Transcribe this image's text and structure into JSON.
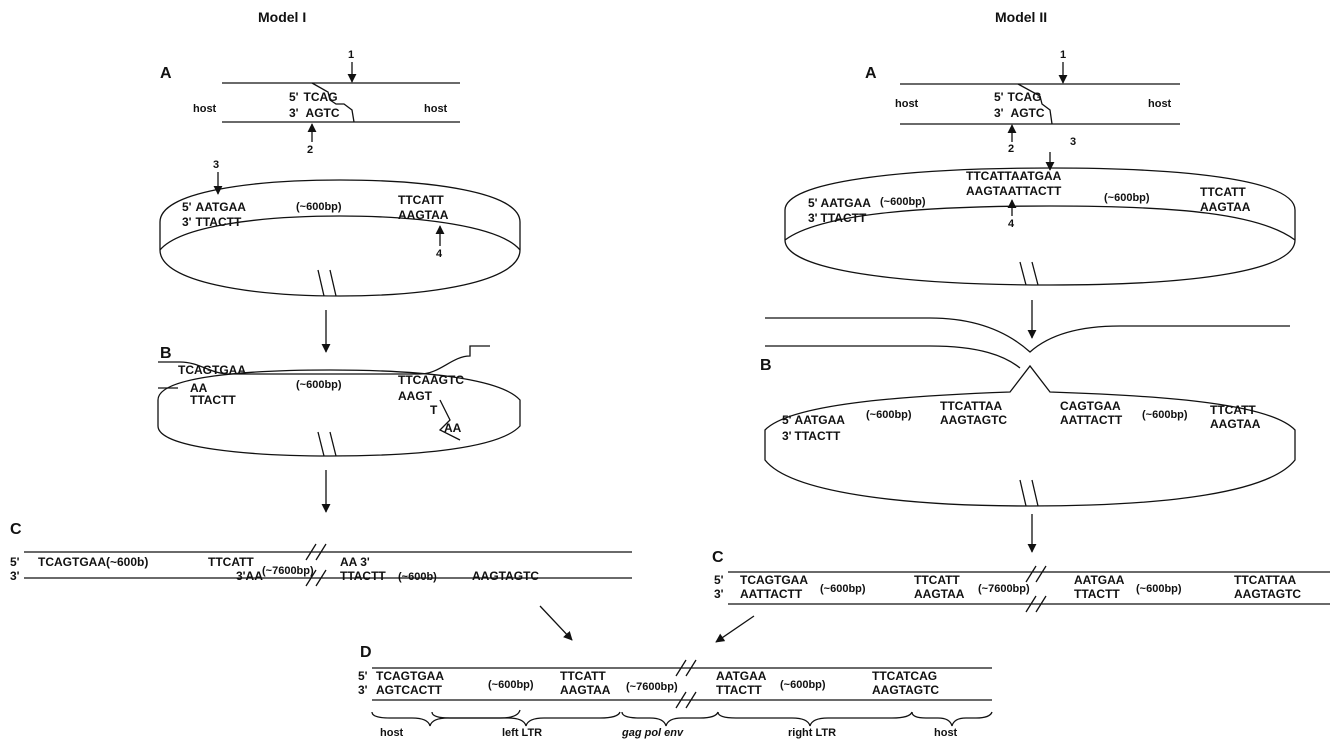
{
  "model1": {
    "title": "Model I",
    "panelA": {
      "label": "A",
      "host_left": "host",
      "host_right": "host",
      "p5": "5'",
      "p3": "3'",
      "top_seq": "TCAG",
      "bottom_seq": "AGTC",
      "n1": "1",
      "n2": "2",
      "n3": "3",
      "n4": "4",
      "ltr_left_top": "AATGAA",
      "ltr_left_bottom": "TTACTT",
      "size_600": "(~600bp)",
      "ltr_right_top": "TTCATT",
      "ltr_right_bottom": "AAGTAA"
    },
    "panelB": {
      "label": "B",
      "left_top": "TCAGTGAA",
      "left_mid": "AA",
      "left_bottom": "TTACTT",
      "size_600": "(~600bp)",
      "right_top": "TTCAAGTC",
      "right_bottom": "AAGT",
      "right_t": "T",
      "right_aa": "AA"
    },
    "panelC": {
      "label": "C",
      "p5": "5'",
      "p3": "3'",
      "s1": "TCAGTGAA",
      "s2": "(~600b)",
      "s3": "TTCATT",
      "s4": "3'AA",
      "s5": "(~7600bp)",
      "s6": "AA 3'",
      "s7": "TTACTT",
      "s8": "(~600b)",
      "s9": "AAGTAGTC"
    }
  },
  "model2": {
    "title": "Model II",
    "panelA": {
      "label": "A",
      "host_left": "host",
      "host_right": "host",
      "p5": "5'",
      "p3": "3'",
      "top_seq": "TCAG",
      "bottom_seq": "AGTC",
      "n1": "1",
      "n2": "2",
      "n3": "3",
      "n4": "4",
      "l1": "AATGAA",
      "l2": "TTACTT",
      "size_a": "(~600bp)",
      "m1": "TTCATTAATGAA",
      "m2": "AAGTAATTACTT",
      "size_b": "(~600bp)",
      "r1": "TTCATT",
      "r2": "AAGTAA"
    },
    "panelB": {
      "label": "B",
      "l1": "AATGAA",
      "l2": "TTACTT",
      "size_a": "(~600bp)",
      "m1": "TTCATTAA",
      "m2": "AAGTAGTC",
      "m3": "CAGTGAA",
      "m4": "AATTACTT",
      "size_b": "(~600bp)",
      "r1": "TTCATT",
      "r2": "AAGTAA"
    },
    "panelC": {
      "label": "C",
      "p5": "5'",
      "p3": "3'",
      "s1": "TCAGTGAA",
      "s2": "AATTACTT",
      "s3": "(~600bp)",
      "s4": "TTCATT",
      "s5": "AAGTAA",
      "s6": "(~7600bp)",
      "s7": "AATGAA",
      "s8": "TTACTT",
      "s9": "(~600bp)",
      "s10": "TTCATTAA",
      "s11": "AAGTAGTC"
    }
  },
  "panelD": {
    "label": "D",
    "p5": "5'",
    "p3": "3'",
    "s1": "TCAGTGAA",
    "s2": "AGTCACTT",
    "s3": "(~600bp)",
    "s4": "TTCATT",
    "s5": "AAGTAA",
    "s6": "(~7600bp)",
    "s7": "AATGAA",
    "s8": "TTACTT",
    "s9": "(~600bp)",
    "s10": "TTCATCAG",
    "s11": "AAGTAGTC",
    "b_host_left": "host",
    "b_left_ltr": "left LTR",
    "b_genes": "gag pol env",
    "b_right_ltr": "right LTR",
    "b_host_right": "host"
  }
}
